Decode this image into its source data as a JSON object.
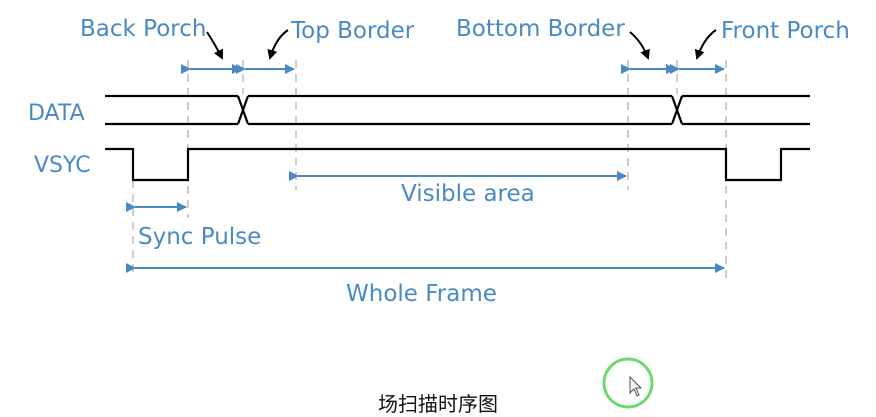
{
  "signals": {
    "data_label": "DATA",
    "vsync_label": "VSYC"
  },
  "periods": {
    "back_porch": "Back Porch",
    "top_border": "Top Border",
    "bottom_border": "Bottom Border",
    "front_porch": "Front Porch",
    "visible_area": "Visible area",
    "sync_pulse": "Sync Pulse",
    "whole_frame": "Whole Frame"
  },
  "caption": "场扫描时序图",
  "colors": {
    "annotation": "#4a8ac4",
    "signal_line": "#000000",
    "guide_line": "#bdbdbd",
    "cursor_ring": "#6fd86f"
  },
  "icons": {
    "cursor": "mouse-pointer-icon"
  }
}
